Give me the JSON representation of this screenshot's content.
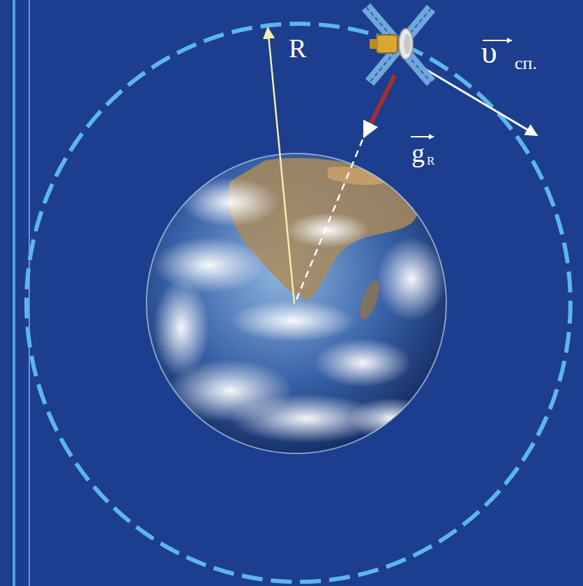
{
  "diagram": {
    "labels": [
      "R",
      "υ",
      "сп.",
      "g",
      "R"
    ]
  }
}
